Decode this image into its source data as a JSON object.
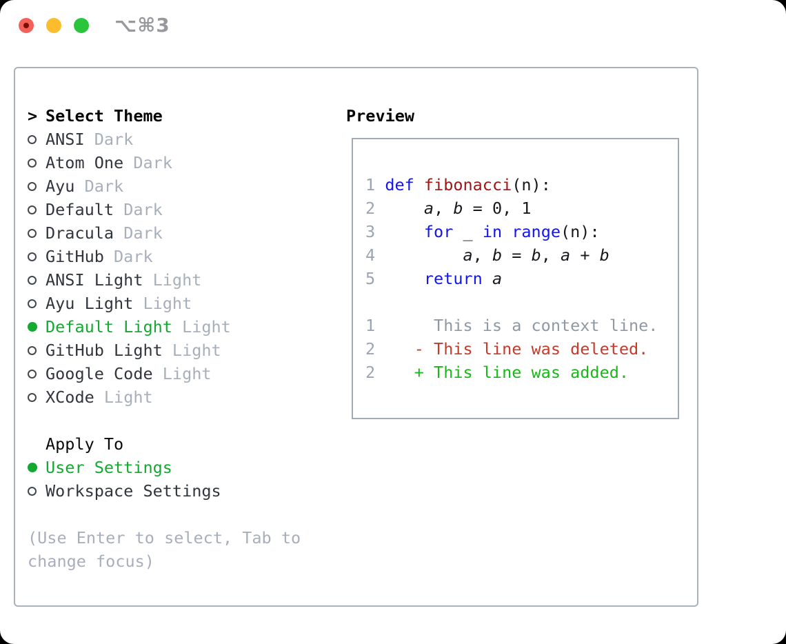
{
  "titlebar": {
    "title": "⌥⌘3"
  },
  "colors": {
    "accent_green": "#14a930",
    "keyword_blue": "#1414f0",
    "function_red": "#a31515",
    "diff_deleted_red": "#c63a2a",
    "diff_added_green": "#17b817",
    "muted_gray": "#a7afba",
    "traffic_red": "#f4605a",
    "traffic_yellow": "#fbbd2e",
    "traffic_green": "#2bc53c"
  },
  "theme_section": {
    "header_prefix": ">",
    "header": "Select Theme",
    "themes": [
      {
        "name": "ANSI",
        "variant": "Dark",
        "selected": false
      },
      {
        "name": "Atom One",
        "variant": "Dark",
        "selected": false
      },
      {
        "name": "Ayu",
        "variant": "Dark",
        "selected": false
      },
      {
        "name": "Default",
        "variant": "Dark",
        "selected": false
      },
      {
        "name": "Dracula",
        "variant": "Dark",
        "selected": false
      },
      {
        "name": "GitHub",
        "variant": "Dark",
        "selected": false
      },
      {
        "name": "ANSI Light",
        "variant": "Light",
        "selected": false
      },
      {
        "name": "Ayu Light",
        "variant": "Light",
        "selected": false
      },
      {
        "name": "Default Light",
        "variant": "Light",
        "selected": true
      },
      {
        "name": "GitHub Light",
        "variant": "Light",
        "selected": false
      },
      {
        "name": "Google Code",
        "variant": "Light",
        "selected": false
      },
      {
        "name": "XCode",
        "variant": "Light",
        "selected": false
      }
    ]
  },
  "apply_section": {
    "header": "Apply To",
    "options": [
      {
        "label": "User Settings",
        "selected": true
      },
      {
        "label": "Workspace Settings",
        "selected": false
      }
    ]
  },
  "hint": "(Use Enter to select, Tab to change focus)",
  "preview": {
    "header": "Preview",
    "code_lines": [
      {
        "segments": [
          {
            "t": "1",
            "c": "num"
          },
          {
            "t": " ",
            "c": "plain"
          },
          {
            "t": "def",
            "c": "kw"
          },
          {
            "t": " ",
            "c": "plain"
          },
          {
            "t": "fibonacci",
            "c": "fn"
          },
          {
            "t": "(n):",
            "c": "plain"
          }
        ]
      },
      {
        "segments": [
          {
            "t": "2",
            "c": "num"
          },
          {
            "t": "     ",
            "c": "plain"
          },
          {
            "t": "a",
            "c": "var"
          },
          {
            "t": ", ",
            "c": "plain"
          },
          {
            "t": "b",
            "c": "var"
          },
          {
            "t": " = 0, 1",
            "c": "plain"
          }
        ]
      },
      {
        "segments": [
          {
            "t": "3",
            "c": "num"
          },
          {
            "t": "     ",
            "c": "plain"
          },
          {
            "t": "for",
            "c": "kw"
          },
          {
            "t": " _ ",
            "c": "plain"
          },
          {
            "t": "in",
            "c": "kw"
          },
          {
            "t": " ",
            "c": "plain"
          },
          {
            "t": "range",
            "c": "kw"
          },
          {
            "t": "(n):",
            "c": "plain"
          }
        ]
      },
      {
        "segments": [
          {
            "t": "4",
            "c": "num"
          },
          {
            "t": "         ",
            "c": "plain"
          },
          {
            "t": "a",
            "c": "var"
          },
          {
            "t": ", ",
            "c": "plain"
          },
          {
            "t": "b",
            "c": "var"
          },
          {
            "t": " = ",
            "c": "plain"
          },
          {
            "t": "b",
            "c": "var"
          },
          {
            "t": ", ",
            "c": "plain"
          },
          {
            "t": "a",
            "c": "var"
          },
          {
            "t": " + ",
            "c": "plain"
          },
          {
            "t": "b",
            "c": "var"
          }
        ]
      },
      {
        "segments": [
          {
            "t": "5",
            "c": "num"
          },
          {
            "t": "     ",
            "c": "plain"
          },
          {
            "t": "return",
            "c": "kw"
          },
          {
            "t": " ",
            "c": "plain"
          },
          {
            "t": "a",
            "c": "var"
          }
        ]
      },
      {
        "segments": []
      },
      {
        "segments": [
          {
            "t": "1",
            "c": "num"
          },
          {
            "t": "      This is a context line.",
            "c": "ctx"
          }
        ]
      },
      {
        "segments": [
          {
            "t": "2",
            "c": "num"
          },
          {
            "t": "    ",
            "c": "plain"
          },
          {
            "t": "- This line was deleted.",
            "c": "del"
          }
        ]
      },
      {
        "segments": [
          {
            "t": "2",
            "c": "num"
          },
          {
            "t": "    ",
            "c": "plain"
          },
          {
            "t": "+ This line was added.",
            "c": "add"
          }
        ]
      }
    ]
  }
}
